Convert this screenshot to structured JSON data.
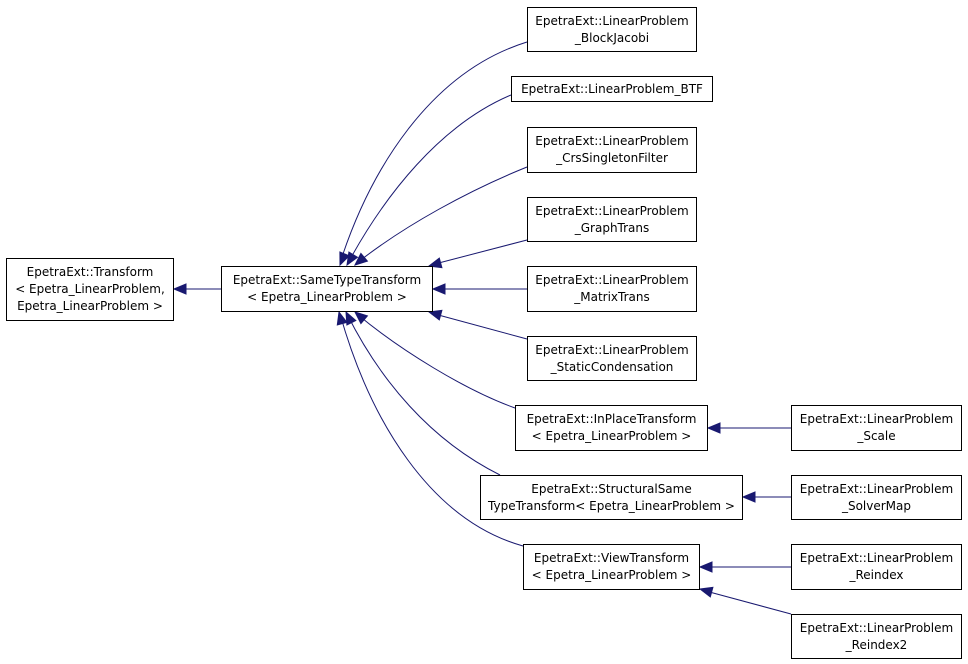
{
  "colors": {
    "edge": "#191970",
    "border": "#000000",
    "background": "#ffffff"
  },
  "nodes": {
    "transform": {
      "lines": [
        "EpetraExt::Transform",
        "< Epetra_LinearProblem,",
        "Epetra_LinearProblem >"
      ]
    },
    "same_type_transform": {
      "lines": [
        "EpetraExt::SameTypeTransform",
        "< Epetra_LinearProblem >"
      ]
    },
    "block_jacobi": {
      "lines": [
        "EpetraExt::LinearProblem",
        "_BlockJacobi"
      ]
    },
    "btf": {
      "lines": [
        "EpetraExt::LinearProblem_BTF"
      ]
    },
    "crs_singleton_filter": {
      "lines": [
        "EpetraExt::LinearProblem",
        "_CrsSingletonFilter"
      ]
    },
    "graph_trans": {
      "lines": [
        "EpetraExt::LinearProblem",
        "_GraphTrans"
      ]
    },
    "matrix_trans": {
      "lines": [
        "EpetraExt::LinearProblem",
        "_MatrixTrans"
      ]
    },
    "static_condensation": {
      "lines": [
        "EpetraExt::LinearProblem",
        "_StaticCondensation"
      ]
    },
    "in_place_transform": {
      "lines": [
        "EpetraExt::InPlaceTransform",
        "< Epetra_LinearProblem >"
      ]
    },
    "structural_same_type_transform": {
      "lines": [
        "EpetraExt::StructuralSame",
        "TypeTransform< Epetra_LinearProblem >"
      ]
    },
    "view_transform": {
      "lines": [
        "EpetraExt::ViewTransform",
        "< Epetra_LinearProblem >"
      ]
    },
    "scale": {
      "lines": [
        "EpetraExt::LinearProblem",
        "_Scale"
      ]
    },
    "solver_map": {
      "lines": [
        "EpetraExt::LinearProblem",
        "_SolverMap"
      ]
    },
    "reindex": {
      "lines": [
        "EpetraExt::LinearProblem",
        "_Reindex"
      ]
    },
    "reindex2": {
      "lines": [
        "EpetraExt::LinearProblem",
        "_Reindex2"
      ]
    }
  }
}
